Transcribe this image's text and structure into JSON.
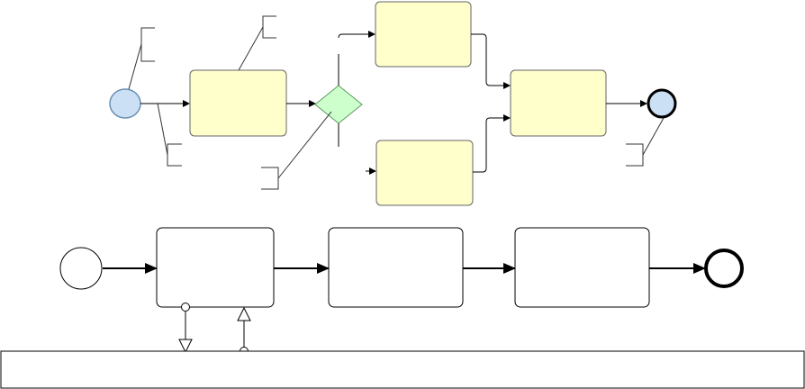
{
  "diagram": {
    "colors": {
      "task_fill": "#ffffcc",
      "task_stroke": "#666666",
      "event_fill": "#cce0f5",
      "event_stroke": "#6a8fb3",
      "gateway_fill": "#ccffcc",
      "gateway_stroke": "#5f9a5f",
      "line": "#000000",
      "annotation": "#333333"
    },
    "top_process": {
      "start_event": {
        "label": ""
      },
      "tasks": [
        {
          "id": "task-1",
          "label": ""
        },
        {
          "id": "task-2",
          "label": ""
        },
        {
          "id": "task-3",
          "label": ""
        },
        {
          "id": "task-4",
          "label": ""
        }
      ],
      "gateway": {
        "label": ""
      },
      "end_event": {
        "label": ""
      },
      "annotations": [
        {
          "id": "annotation-1",
          "text": ""
        },
        {
          "id": "annotation-2",
          "text": ""
        },
        {
          "id": "annotation-3",
          "text": ""
        },
        {
          "id": "annotation-4",
          "text": ""
        },
        {
          "id": "annotation-5",
          "text": ""
        }
      ]
    },
    "bottom_process": {
      "start_event": {
        "label": ""
      },
      "tasks": [
        {
          "id": "task-a",
          "label": ""
        },
        {
          "id": "task-b",
          "label": ""
        },
        {
          "id": "task-c",
          "label": ""
        }
      ],
      "end_event": {
        "label": ""
      },
      "pool": {
        "label": ""
      }
    }
  }
}
